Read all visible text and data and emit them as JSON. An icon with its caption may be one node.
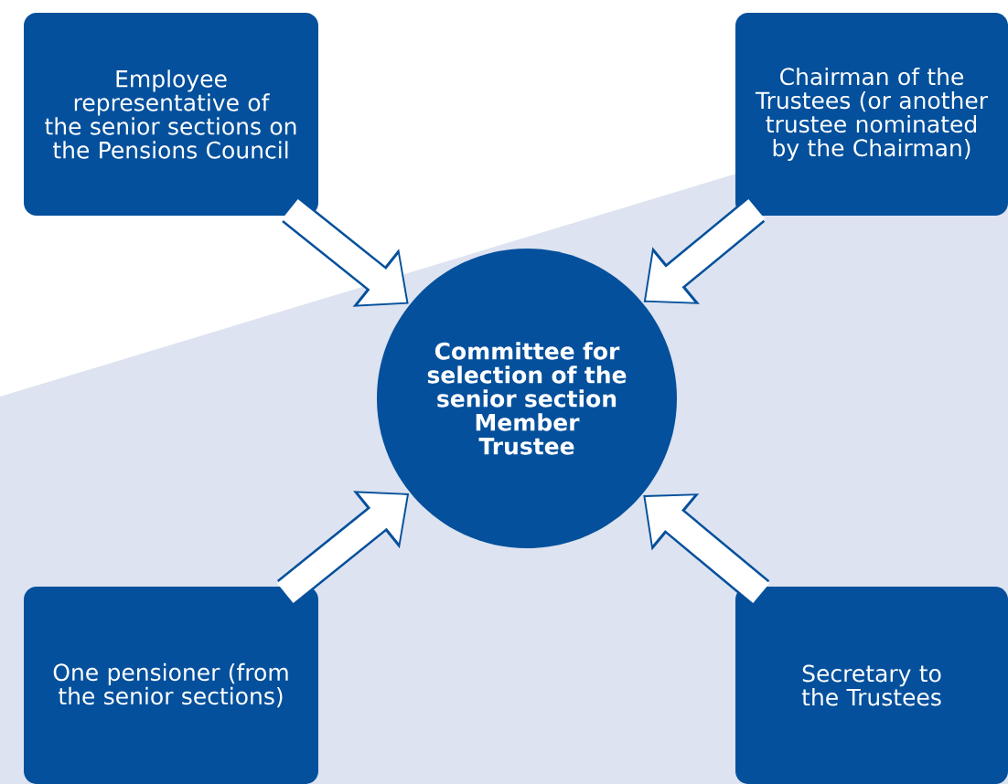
{
  "diagram": {
    "nodes": [
      {
        "text": [
          "Employee representative of the senior sections on the Pensions Council"
        ]
      },
      {
        "text": [
          "Committee for selection of the senior section Member Trustee"
        ]
      },
      {
        "text": [
          "Chairman of the Trustees (or another trustee nominated by the Chairman)"
        ]
      },
      {
        "text": [
          "One pensioner (from the senior sections)"
        ]
      },
      {
        "text": [
          "Secretary to the Trustees"
        ]
      }
    ],
    "edges": [
      {
        "from": 0,
        "to": 1,
        "arrow": "to"
      },
      {
        "from": 2,
        "to": 1,
        "arrow": "to"
      },
      {
        "from": 3,
        "to": 1,
        "arrow": "to"
      },
      {
        "from": 4,
        "to": 1,
        "arrow": "to"
      }
    ]
  }
}
